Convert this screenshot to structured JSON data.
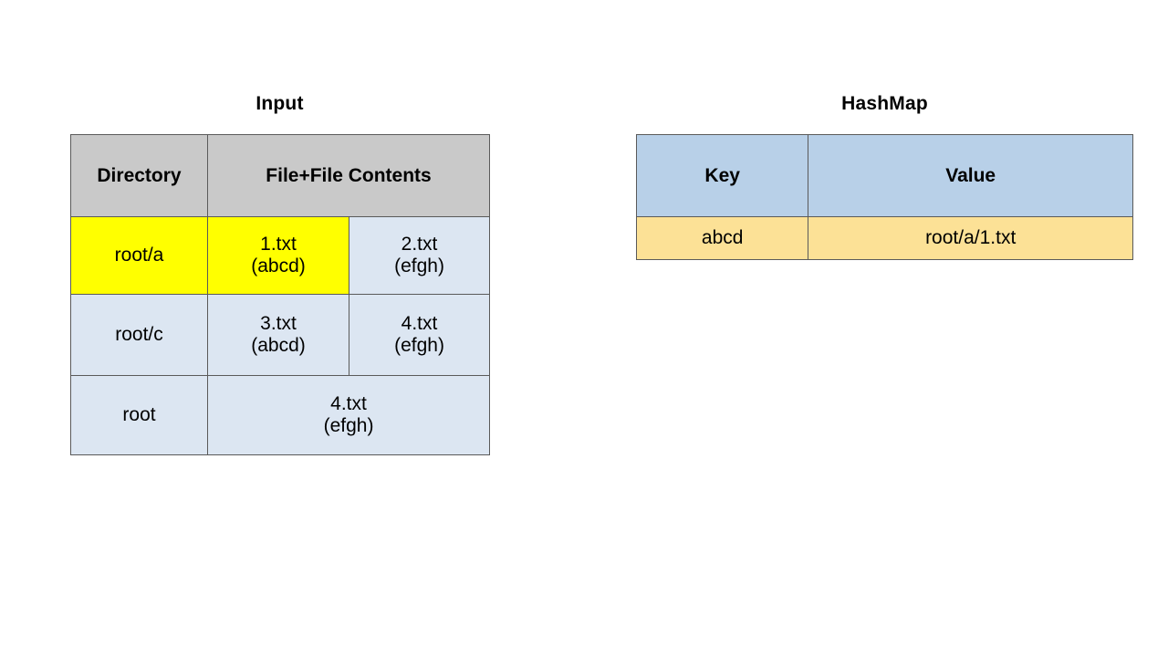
{
  "diagram": {
    "panels": [
      {
        "id": "input",
        "title": "Input",
        "columns": [
          "Directory",
          "File+File Contents"
        ],
        "rows": [
          {
            "directory": "root/a",
            "dir_fill": "#ffff00",
            "files": [
              {
                "name": "1.txt",
                "contents": "(abcd)",
                "fill": "#ffff00"
              },
              {
                "name": "2.txt",
                "contents": "(efgh)",
                "fill": "#dce6f2"
              }
            ]
          },
          {
            "directory": "root/c",
            "dir_fill": "#dce6f2",
            "files": [
              {
                "name": "3.txt",
                "contents": "(abcd)",
                "fill": "#dce6f2"
              },
              {
                "name": "4.txt",
                "contents": "(efgh)",
                "fill": "#dce6f2"
              }
            ]
          },
          {
            "directory": "root",
            "dir_fill": "#dce6f2",
            "files": [
              {
                "name": "4.txt",
                "contents": "(efgh)",
                "fill": "#dce6f2",
                "merged": true
              }
            ]
          }
        ]
      },
      {
        "id": "hashmap",
        "title": "HashMap",
        "columns": [
          "Key",
          "Value"
        ],
        "rows": [
          {
            "key": "abcd",
            "value": "root/a/1.txt",
            "fill": "#fce196"
          }
        ]
      }
    ]
  },
  "colors": {
    "header_gray": "#c9c9c9",
    "cell_blue": "#dce6f2",
    "highlight_yellow": "#ffff00",
    "hashmap_header_blue": "#b8d0e8",
    "hashmap_row_tan": "#fce196",
    "border": "#5a5a5a",
    "text": "#000000",
    "background": "#ffffff"
  }
}
